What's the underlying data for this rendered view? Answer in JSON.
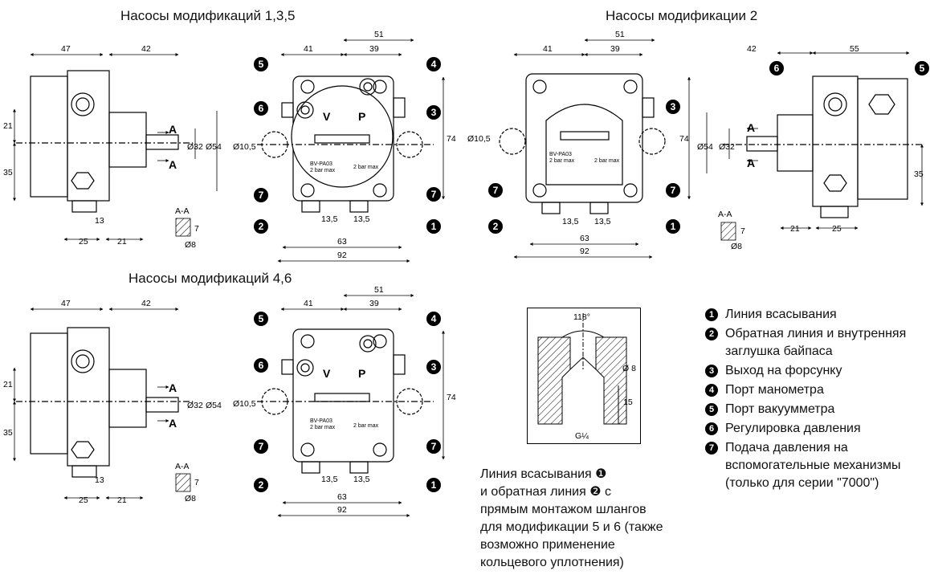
{
  "titles": {
    "t135": "Насосы модификаций 1,3,5",
    "t2": "Насосы модификации 2",
    "t46": "Насосы модификаций 4,6"
  },
  "dims": {
    "d47": "47",
    "d42": "42",
    "d41": "41",
    "d39": "39",
    "d51": "51",
    "d55": "55",
    "d21": "21",
    "d35": "35",
    "d13": "13",
    "d25": "25",
    "d54": "Ø54",
    "d32": "Ø32",
    "d105": "Ø10,5",
    "d135": "13,5",
    "d63": "63",
    "d92": "92",
    "d74": "74",
    "d7": "7",
    "d8": "Ø8",
    "aa": "A-A",
    "a": "A",
    "v": "V",
    "p": "P",
    "deg": "118°",
    "o8": "Ø 8",
    "d15": "15",
    "g": "G¼",
    "model": "BV-PA03",
    "bar1": "2 bar max",
    "bar2": "2 bar max"
  },
  "note": {
    "l1": "Линия всасывания ❶",
    "l2": "и обратная линия ❷ с",
    "l3": "прямым монтажом шлангов",
    "l4": "для модификации 5 и 6 (также",
    "l5": "возможно применение",
    "l6": "кольцевого уплотнения)"
  },
  "legend": [
    {
      "num": "1",
      "text": "Линия всасывания"
    },
    {
      "num": "2",
      "text": "Обратная линия и внутренняя заглушка байпаса"
    },
    {
      "num": "3",
      "text": "Выход на форсунку"
    },
    {
      "num": "4",
      "text": "Порт манометра"
    },
    {
      "num": "5",
      "text": "Порт вакуумметра"
    },
    {
      "num": "6",
      "text": "Регулировка давления"
    },
    {
      "num": "7",
      "text": "Подача давления на вспомогательные механизмы (только для серии \"7000\")"
    }
  ]
}
